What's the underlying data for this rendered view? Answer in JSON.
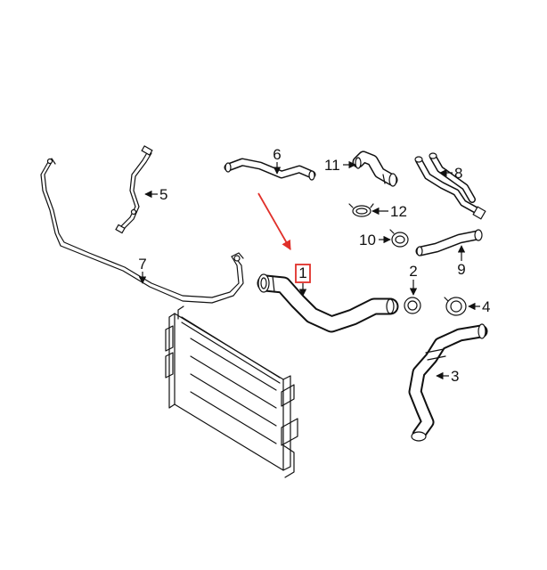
{
  "callouts": [
    {
      "id": "1",
      "label": "1",
      "highlighted": true
    },
    {
      "id": "2",
      "label": "2"
    },
    {
      "id": "3",
      "label": "3"
    },
    {
      "id": "4",
      "label": "4"
    },
    {
      "id": "5",
      "label": "5"
    },
    {
      "id": "6",
      "label": "6"
    },
    {
      "id": "7",
      "label": "7"
    },
    {
      "id": "8",
      "label": "8"
    },
    {
      "id": "9",
      "label": "9"
    },
    {
      "id": "10",
      "label": "10"
    },
    {
      "id": "11",
      "label": "11"
    },
    {
      "id": "12",
      "label": "12"
    }
  ],
  "colors": {
    "line": "#111111",
    "highlight": "#e0302a",
    "background": "#ffffff"
  }
}
